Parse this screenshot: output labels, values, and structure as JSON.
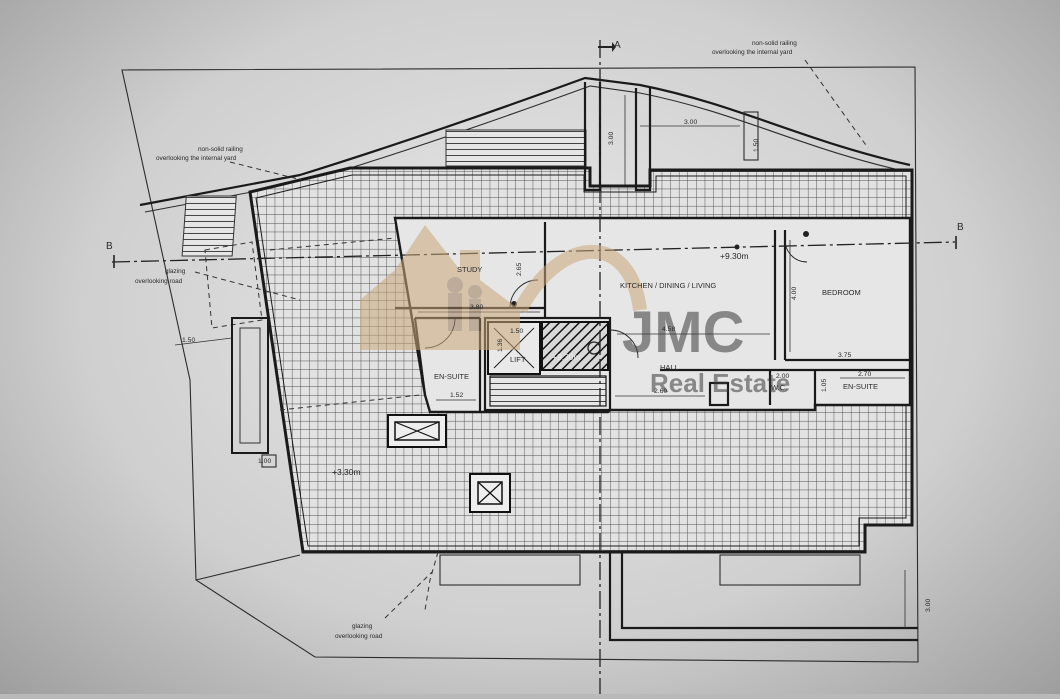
{
  "rooms": {
    "study": "STUDY",
    "kitchen": "KITCHEN / DINING / LIVING",
    "bedroom": "BEDROOM",
    "lift": "LIFT",
    "hall": "HALL",
    "ensuite_left": "EN-SUITE",
    "ensuite_right": "EN-SUITE",
    "wc": "W.C."
  },
  "levels": {
    "main": "+9.30m",
    "lift_lobby": "+9.30m",
    "roof": "+3.30m"
  },
  "sections": {
    "a_top": "A",
    "b_left": "B",
    "b_right": "B"
  },
  "notes": {
    "railing_top_right": [
      "non-solid railing",
      "overlooking the internal yard"
    ],
    "railing_left": [
      "non-solid railing",
      "overlooking the internal yard"
    ],
    "glazing_left": [
      "glazing",
      "overlooking road"
    ],
    "glazing_bottom": [
      "glazing",
      "overlooking road"
    ]
  },
  "dimensions": {
    "d_300_top": "3.00",
    "d_300_top_v": "3.00",
    "d_150_top_v": "1.50",
    "d_265_study": "2.65",
    "d_380": "3.80",
    "d_150_lift": "1.50",
    "d_136": "1.36",
    "d_458": "4.58",
    "d_400": "4.00",
    "d_375": "3.75",
    "d_150_left": "1.50",
    "d_152": "1.52",
    "d_260_hall": "2.60",
    "d_200_wc": "2.00",
    "d_105": "1.05",
    "d_270": "2.70",
    "d_100": "1.00",
    "d_300_bottom_v": "3.00"
  },
  "watermark": {
    "brand": "JMC",
    "sub": "Real Estate"
  },
  "colors": {
    "background": "#b9b9b9",
    "paper": "#e4e4e4",
    "line": "#1a1a1a",
    "watermark": "#c9a77a"
  }
}
